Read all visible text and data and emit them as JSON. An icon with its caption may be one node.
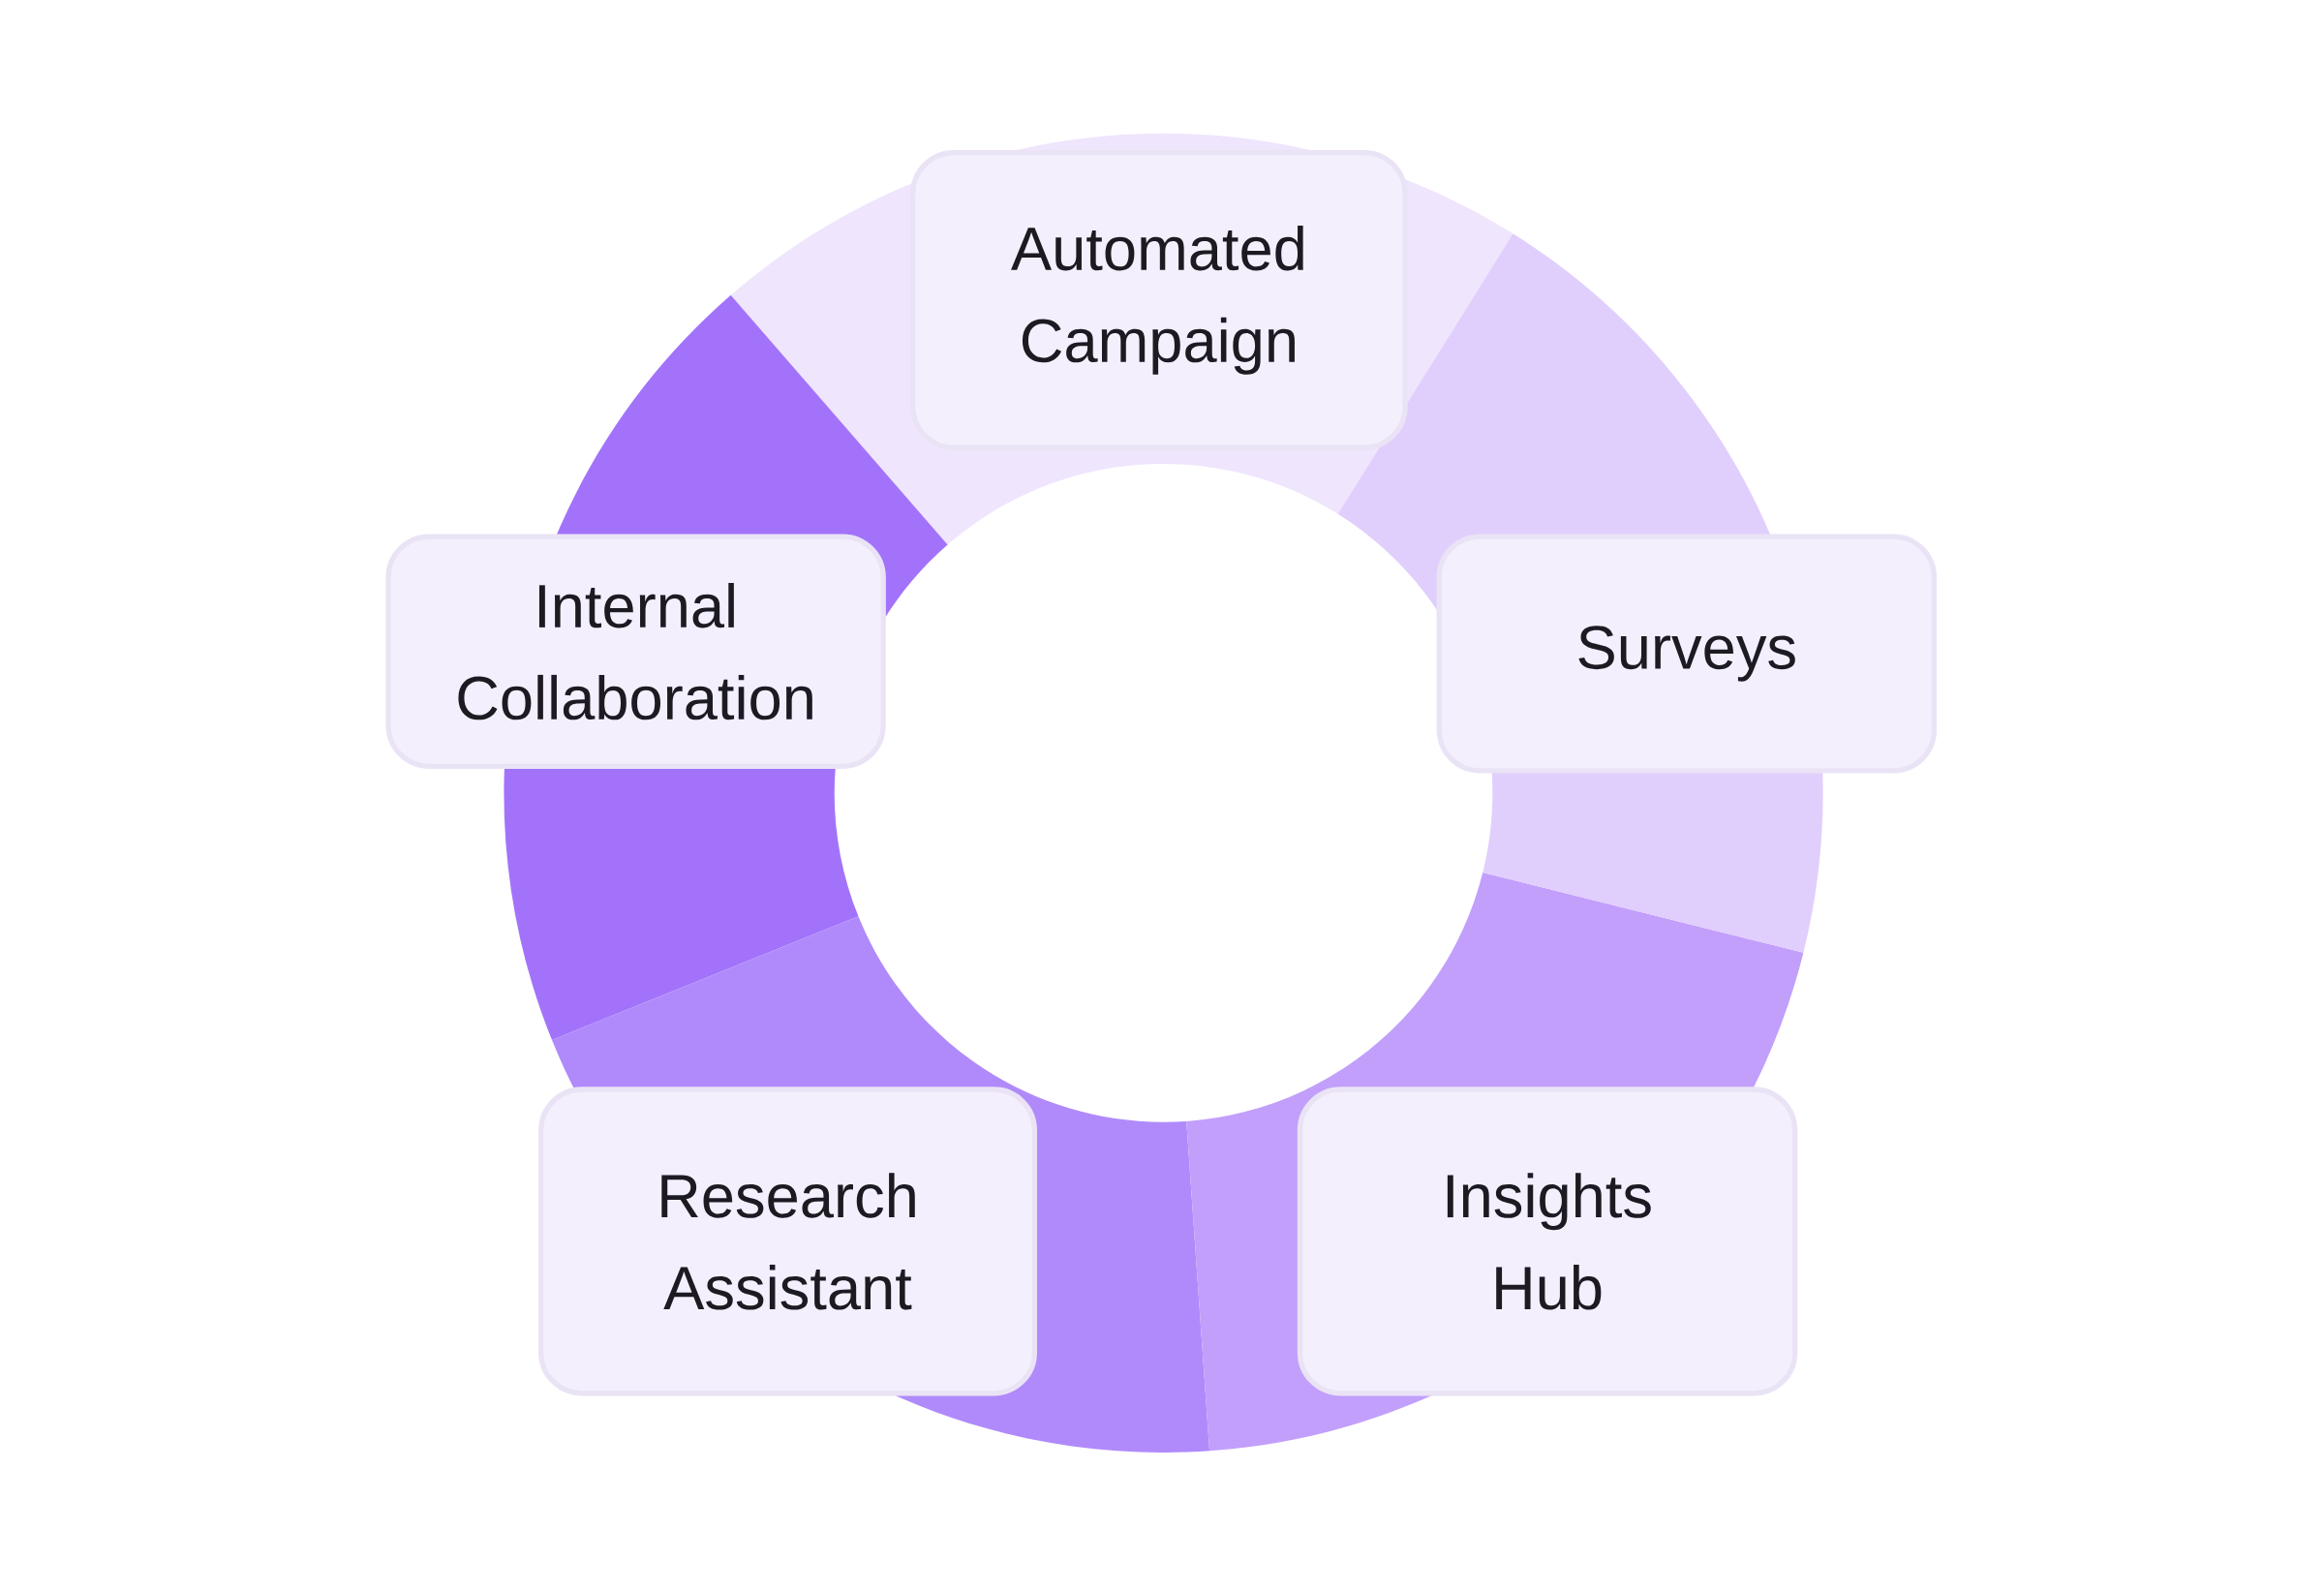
{
  "diagram": {
    "nodes": [
      {
        "text": [
          "Automated Campaign"
        ]
      },
      {
        "text": [
          "Surveys"
        ]
      },
      {
        "text": [
          "Insights Hub"
        ]
      },
      {
        "text": [
          "Research Assistant"
        ]
      },
      {
        "text": [
          "Internal Collaboration"
        ]
      }
    ]
  }
}
